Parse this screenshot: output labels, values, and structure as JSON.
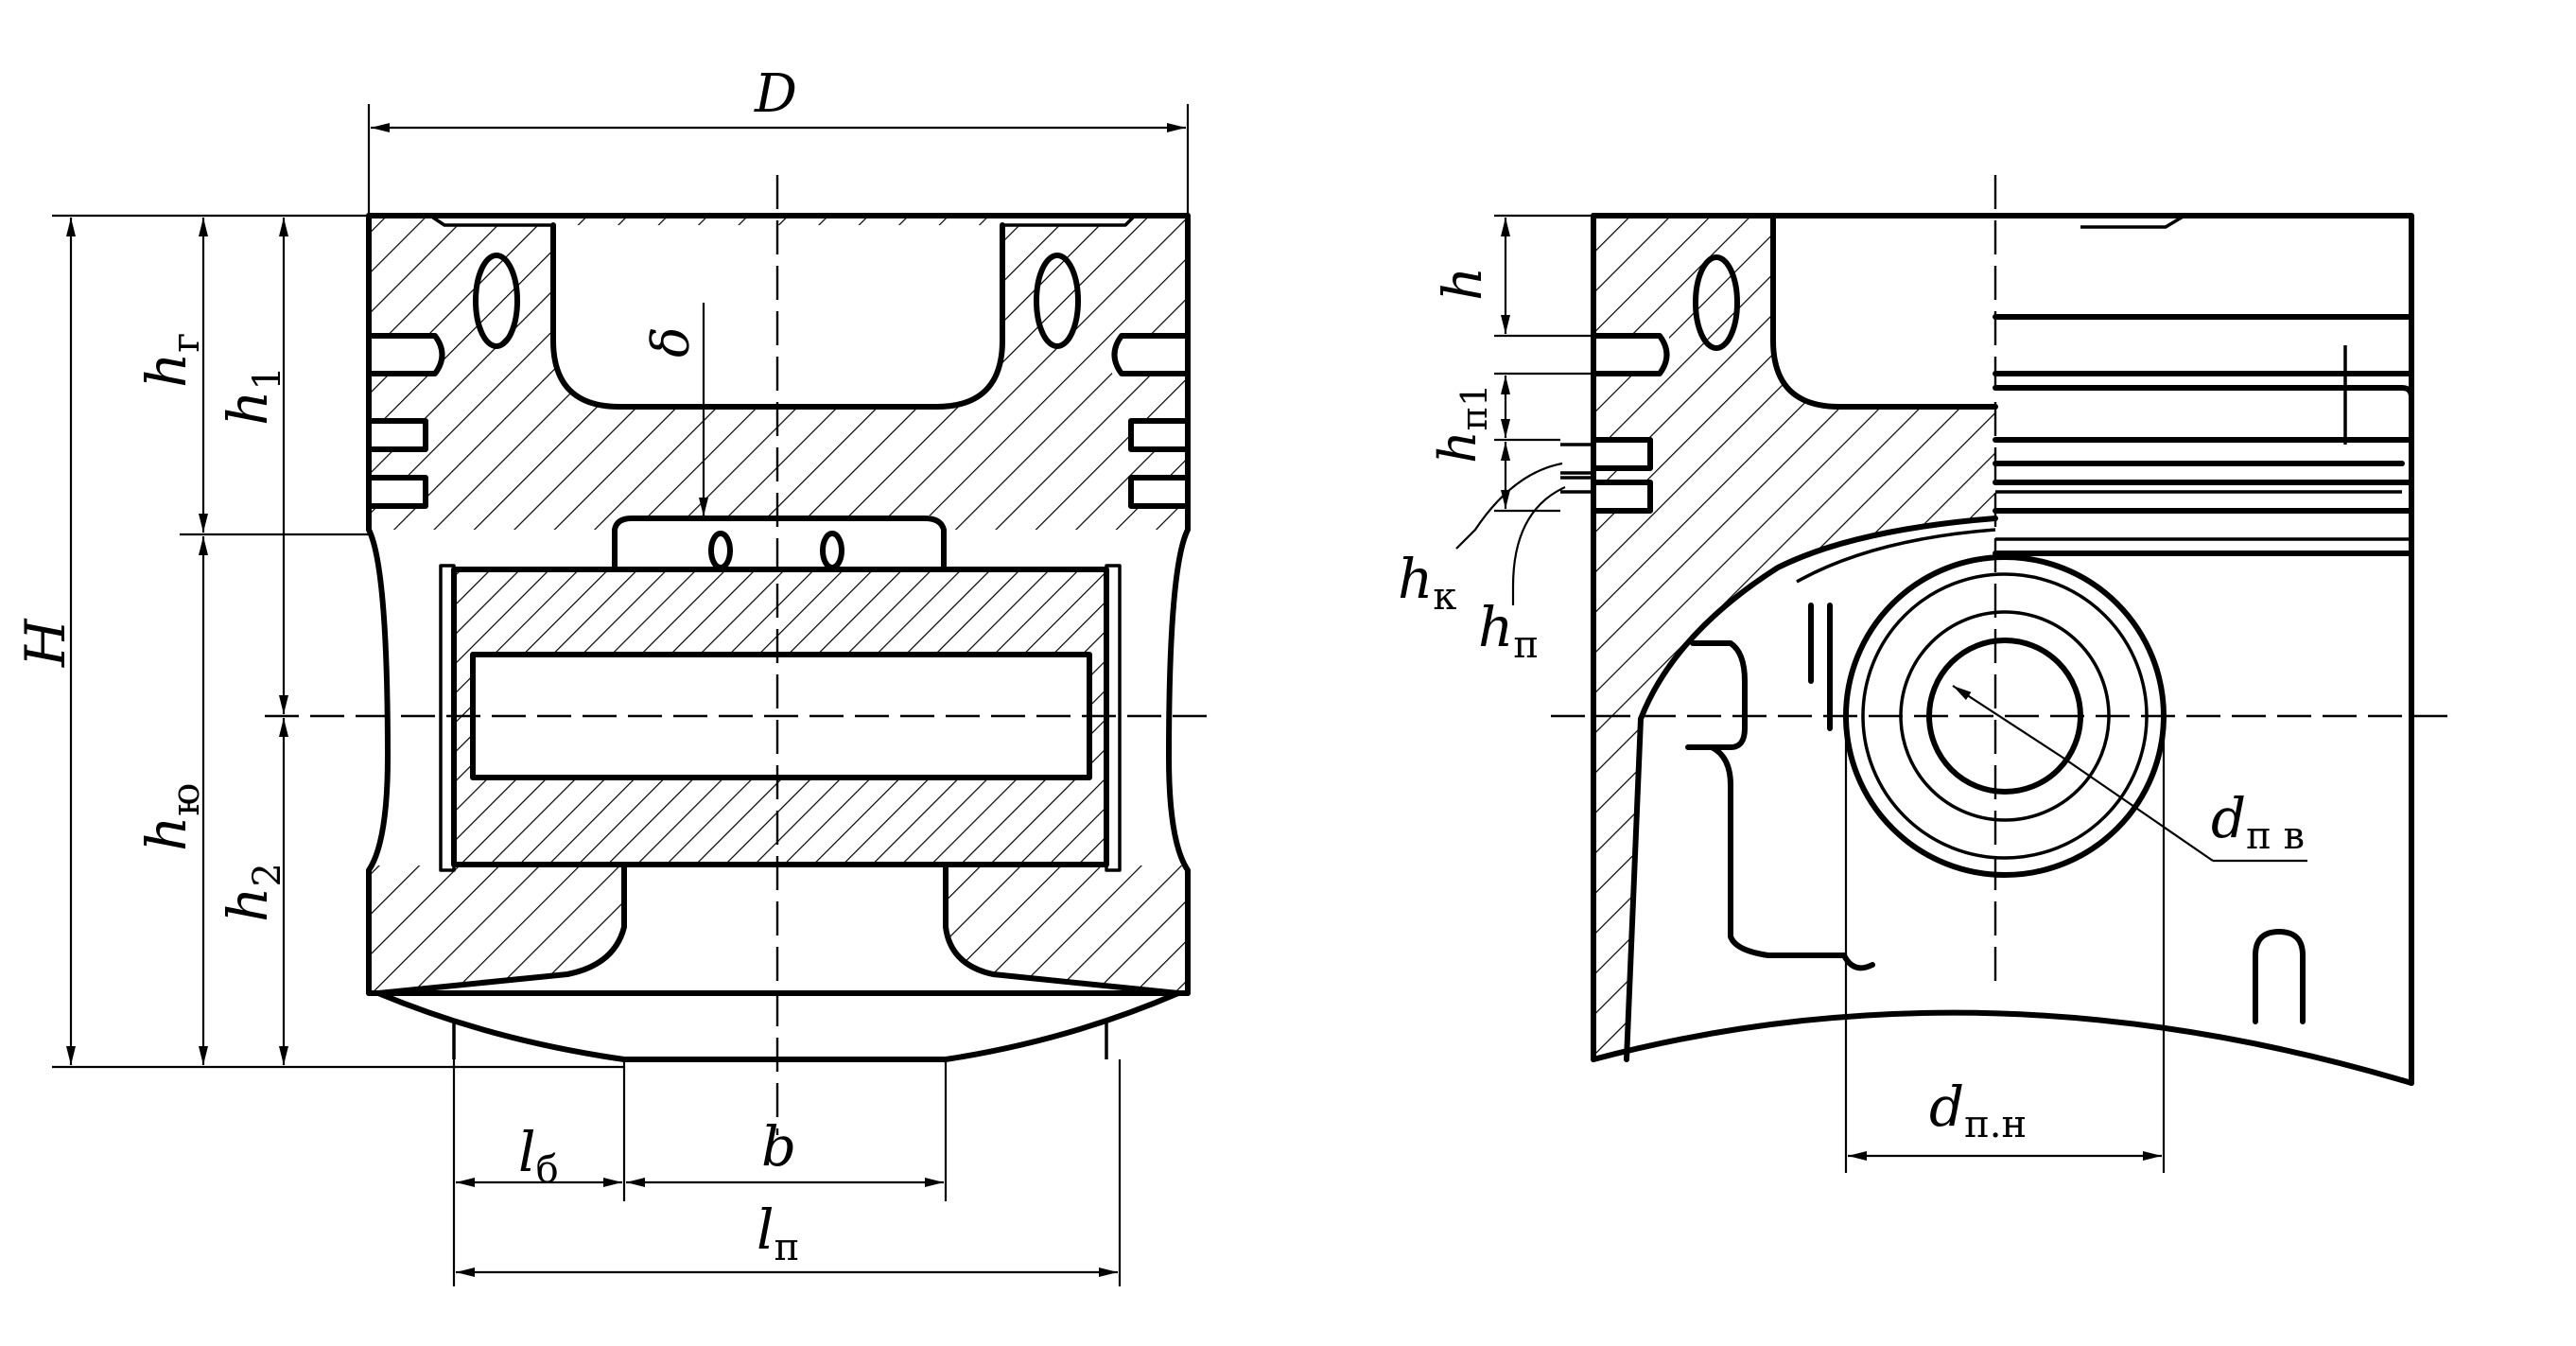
{
  "drawing": {
    "labels": {
      "D": "D",
      "H": "H",
      "h_g": {
        "main": "h",
        "sub": "г"
      },
      "h1": {
        "main": "h",
        "sub": "1"
      },
      "h_yu": {
        "main": "h",
        "sub": "ю"
      },
      "h2": {
        "main": "h",
        "sub": "2"
      },
      "delta": "δ",
      "l_b": {
        "main": "l",
        "sub": "б"
      },
      "b": "b",
      "l_p": {
        "main": "l",
        "sub": "п"
      },
      "h": "h",
      "h_p1": {
        "main": "h",
        "sub": "п1"
      },
      "h_k": {
        "main": "h",
        "sub": "к"
      },
      "h_p": {
        "main": "h",
        "sub": "п"
      },
      "d_pv": {
        "main": "d",
        "sub": "п в"
      },
      "d_pn": {
        "main": "d",
        "sub": "п.н"
      }
    }
  }
}
